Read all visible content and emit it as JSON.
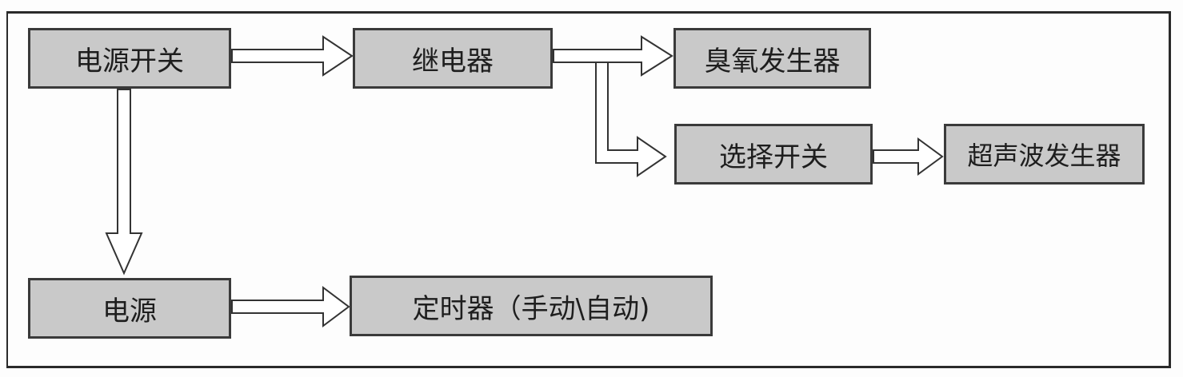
{
  "nodes": {
    "power_switch": "电源开关",
    "relay": "继电器",
    "ozone_generator": "臭氧发生器",
    "selector_switch": "选择开关",
    "ultrasonic_generator": "超声波发生器",
    "power_supply": "电源",
    "timer": "定时器（手动\\自动)"
  },
  "edges": [
    [
      "power_switch",
      "relay"
    ],
    [
      "relay",
      "ozone_generator"
    ],
    [
      "relay",
      "selector_switch"
    ],
    [
      "selector_switch",
      "ultrasonic_generator"
    ],
    [
      "power_switch",
      "power_supply"
    ],
    [
      "power_supply",
      "timer"
    ]
  ]
}
